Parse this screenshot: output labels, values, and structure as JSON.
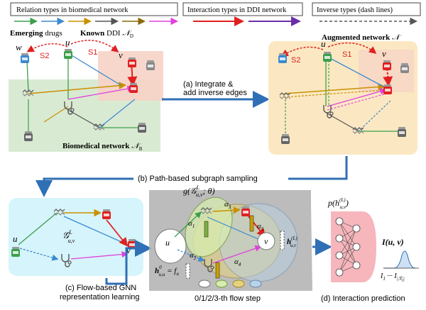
{
  "legend": {
    "relation_types": "Relation types in biomedical network",
    "interaction_types": "Interaction types in DDI network",
    "inverse_types": "Inverse types (dash lines)"
  },
  "top_left": {
    "emerging_bold": "Emerging",
    "emerging_rest": " drugs",
    "known_bold": "Known",
    "known_rest": " DDI ",
    "known_symbol": "𝒩",
    "known_sub": "D",
    "biomed_label": "Biomedical network ",
    "biomed_symbol": "𝒩",
    "biomed_sub": "B",
    "node_w": "w",
    "node_u": "u",
    "node_v": "v",
    "s1": "S1",
    "s2": "S2"
  },
  "top_right": {
    "title": "Augmented network ",
    "title_symbol": "𝒩",
    "node_u": "u",
    "node_v": "v",
    "s1": "S1",
    "s2": "S2"
  },
  "arrows": {
    "integrate_line1": "(a) Integrate &",
    "integrate_line2": "add inverse edges",
    "path_sampling": "(b) Path-based subgraph sampling"
  },
  "bottom": {
    "subgraph_symbol": "𝒢",
    "subgraph_sup": "L",
    "subgraph_sub": "u,v",
    "node_u": "u",
    "node_v": "v",
    "g_func": "g(𝒢",
    "g_func_sup": "L",
    "g_func_sub": "u,v",
    "g_func_tail": "; θ)",
    "alpha1": "α",
    "alpha2": "α",
    "alpha3": "α",
    "alpha4": "α",
    "alpha5": "α",
    "alpha1_sub": "1",
    "alpha2_sub": "2",
    "alpha3_sub": "3",
    "alpha4_sub": "4",
    "alpha5_sub": "5",
    "h0": "h",
    "h0_sup": "0",
    "h0_sub": "u,u",
    "h0_eq": " = f",
    "h0_eq_sub": "u",
    "hL": "h",
    "hL_sup": "(L)",
    "hL_sub": "u,v",
    "flow_step": "0/1/2/3-th flow step",
    "flow_label_line1": "(c) Flow-based GNN",
    "flow_label_line2": "representation learning",
    "p_func": "p(h",
    "p_func_sup": "(L)",
    "p_func_sub": "u,v",
    "p_func_tail": ")",
    "I_func": "I(u, v)",
    "I_range": "I",
    "I_range_sub1": "1",
    "I_range_mid": " ··· I",
    "I_range_sub2": "|ℛ",
    "I_range_sub2b": "I",
    "I_range_end": "|",
    "interaction_label": "(d) Interaction prediction"
  },
  "colors": {
    "green_bg": "#d9ead3",
    "pink_bg": "#f6d3c6",
    "cream_bg": "#fbe8c2",
    "cyan_bg": "#d6f4fb",
    "gray_box": "#a9a9a9",
    "pink_mlp": "#f6b6bc",
    "blue_arrow": "#2f6fb6",
    "red": "#e02020",
    "magenta": "#e040e0",
    "orange": "#d9a000",
    "green": "#3aa04a",
    "lightblue": "#3c8ad0",
    "purple": "#6a2fa8",
    "gray_line": "#555555"
  },
  "icons": [
    "drug-icon",
    "protein-icon",
    "disease-icon",
    "stethoscope-icon",
    "neuron-icon"
  ]
}
